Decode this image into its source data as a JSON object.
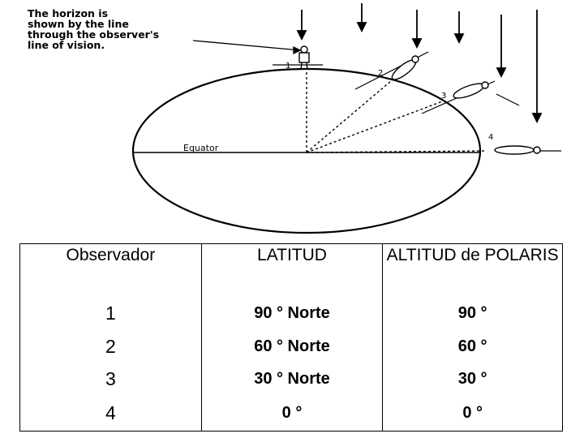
{
  "figure": {
    "note_lines": [
      "The horizon is",
      "shown by the line",
      "through the observer's",
      "line of vision."
    ],
    "equator_label": "Equator",
    "observer_labels": [
      "1",
      "2",
      "3",
      "4"
    ]
  },
  "table": {
    "headers": [
      "Observador",
      "LATITUD",
      "ALTITUD de POLARIS"
    ],
    "rows": [
      {
        "observer": "1",
        "latitude": "90 ° Norte",
        "altitude": "90 °"
      },
      {
        "observer": "2",
        "latitude": "60 ° Norte",
        "altitude": "60 °"
      },
      {
        "observer": "3",
        "latitude": "30 ° Norte",
        "altitude": "30 °"
      },
      {
        "observer": "4",
        "latitude": "0 °",
        "altitude": "0 °"
      }
    ]
  }
}
